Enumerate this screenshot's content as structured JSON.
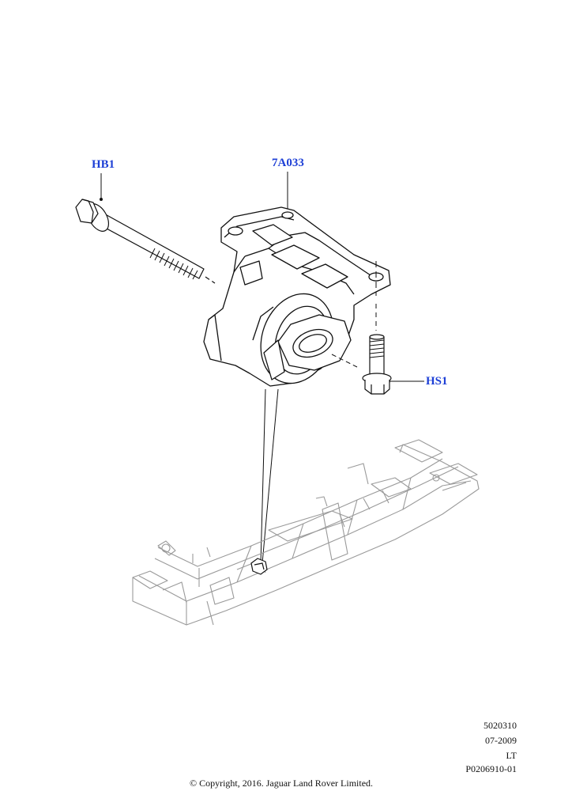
{
  "callouts": {
    "hb1": "HB1",
    "part": "7A033",
    "hs1": "HS1"
  },
  "footer": {
    "ref_1": "5020310",
    "ref_2": "07-2009",
    "ref_3": "LT",
    "ref_4": "P0206910-01",
    "copyright": "© Copyright, 2016. Jaguar Land Rover Limited."
  },
  "colors": {
    "callout": "#1d3fd6",
    "line": "#111111",
    "frame": "#9a9a9a"
  }
}
